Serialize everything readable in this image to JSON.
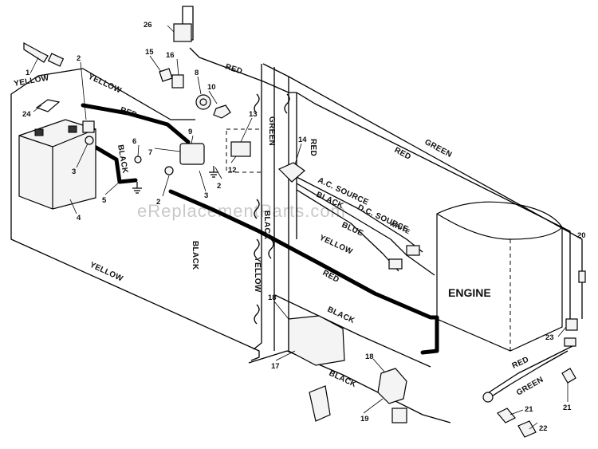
{
  "watermark": "eReplacementParts.com",
  "engine_label": "ENGINE",
  "wire_labels": {
    "yellow_top_left": "YELLOW",
    "yellow_top": "YELLOW",
    "red_top_harness": "RED",
    "black_cable": "BLACK",
    "red_upper": "RED",
    "green_vertical": "GREEN",
    "red_vertical": "RED",
    "green_long": "GREEN",
    "red_long": "RED",
    "ac_source": "A.C. SOURCE",
    "black_mid": "BLACK",
    "dc_source": "D.C. SOURCE",
    "white": "WHITE",
    "blue": "BLUE",
    "yellow_mid": "YELLOW",
    "black_vertical_center": "BLACK",
    "black_vertical_left": "BLACK",
    "yellow_vertical": "YELLOW",
    "red_lower": "RED",
    "yellow_bottom": "YELLOW",
    "black_lower": "BLACK",
    "black_bottom": "BLACK",
    "red_bottom_right": "RED",
    "green_bottom_right": "GREEN"
  },
  "callouts": [
    "1",
    "2",
    "3",
    "4",
    "5",
    "6",
    "7",
    "8",
    "9",
    "10",
    "12",
    "13",
    "14",
    "15",
    "16",
    "17",
    "18",
    "19",
    "20",
    "21",
    "22",
    "23",
    "24",
    "26"
  ]
}
